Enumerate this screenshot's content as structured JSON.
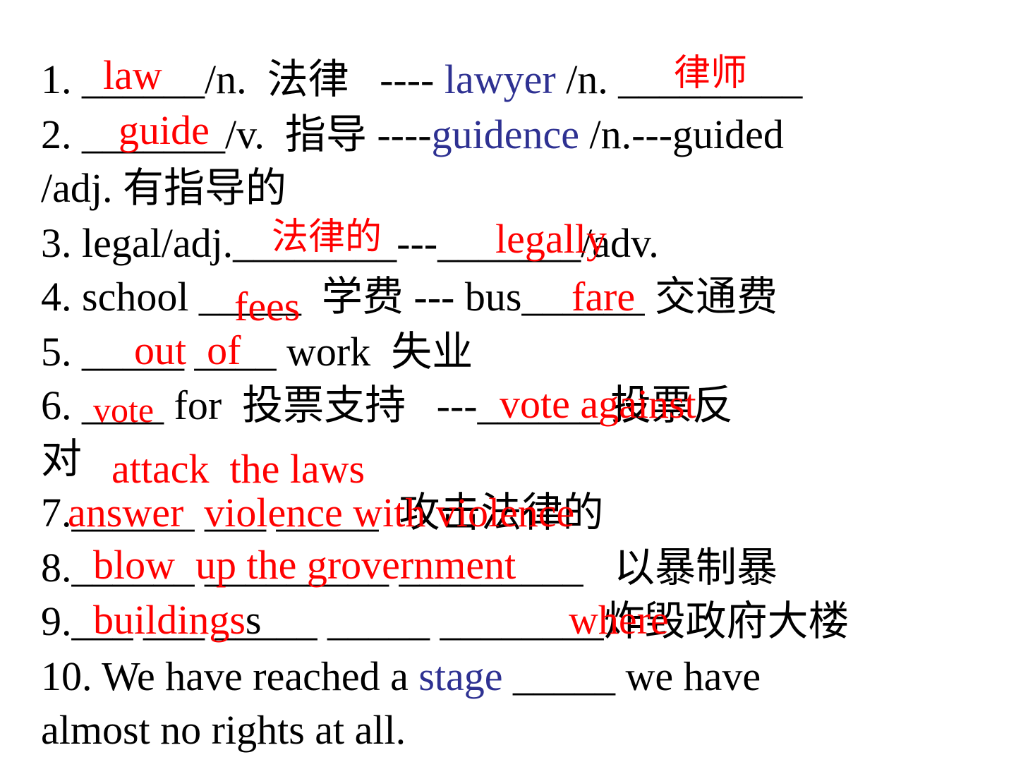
{
  "colors": {
    "text": "#000000",
    "answer": "#ff0000",
    "highlight": "#2e3192"
  },
  "lines": {
    "l1a": "1. ______/n.  法律   ---- ",
    "l1b": "lawyer",
    "l1c": " /n. _________",
    "l2a": "2. _______/v.  指导 ----",
    "l2b": "guidence",
    "l2c": " /n.---guided",
    "l2d": "/adj. 有指导的",
    "l3": "3. legal/adj.________---_______/adv.",
    "l4": "4. school _____  学费 --- bus______ 交通费",
    "l5": "5. _____ ____ work  失业",
    "l6a": "6. ____ for  投票支持   ---______ 投票反",
    "l6b": "对",
    "l7": "7.______ ___ _____  攻击法律的",
    "l8": "8.______ _________ _________   以暴制暴",
    "l9": "9.___ ___ _____ _____ ________炸毁政府大楼",
    "l10a": "10. We have reached a ",
    "l10b": "stage",
    "l10c": " _____ we have",
    "l11": "almost no rights at all."
  },
  "answers": {
    "a1": "law",
    "a1b": "律师",
    "a2": "guide",
    "a3a": "法律的",
    "a3b": "legally",
    "a4a": "fees",
    "a4b": "fare",
    "a5": "out  of",
    "a6a": "vote",
    "a6b": "vote against",
    "a7": "attack  the laws",
    "a8": "answer  violence with violence",
    "a9": "blow  up the grovernment",
    "a10a": "buildings",
    "a10b": "s",
    "a10c": "where"
  }
}
